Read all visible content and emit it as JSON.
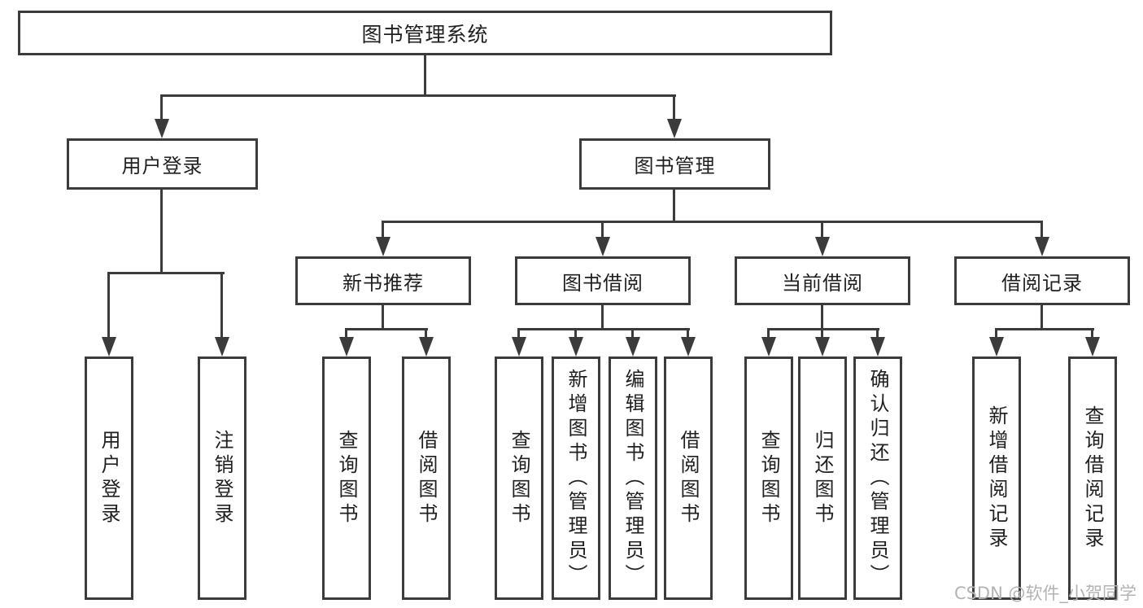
{
  "colors": {
    "line": "#3b3b3b",
    "box_border": "#3b3b3b",
    "box_fill": "#ffffff",
    "text": "#1f1f1f",
    "watermark": "#b3b3b3",
    "background": "#ffffff"
  },
  "diagram": {
    "root": {
      "label": "图书管理系统"
    },
    "level2": [
      {
        "label": "用户登录"
      },
      {
        "label": "图书管理"
      }
    ],
    "level3": [
      {
        "label": "新书推荐"
      },
      {
        "label": "图书借阅"
      },
      {
        "label": "当前借阅"
      },
      {
        "label": "借阅记录"
      }
    ],
    "leaves": {
      "user_login": [
        "用户登录",
        "注销登录"
      ],
      "new_books": [
        "查询图书",
        "借阅图书"
      ],
      "book_borrow": [
        "查询图书",
        "新增图书（管理员）",
        "编辑图书（管理员）",
        "借阅图书"
      ],
      "current_borrow": [
        "查询图书",
        "归还图书",
        "确认归还（管理员）"
      ],
      "borrow_records": [
        "新增借阅记录",
        "查询借阅记录"
      ]
    }
  },
  "watermark": {
    "text": "CSDN @软件_小贺同学"
  }
}
